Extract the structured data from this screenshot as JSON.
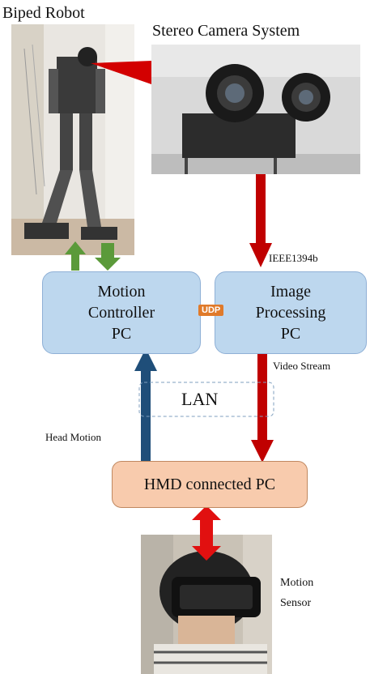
{
  "labels": {
    "biped_robot": "Biped Robot",
    "stereo_camera": "Stereo Camera System",
    "ieee": "IEEE1394b",
    "video_stream": "Video Stream",
    "lan": "LAN",
    "head_motion": "Head Motion",
    "motion_sensor_line1": "Motion",
    "motion_sensor_line2": "Sensor",
    "udp": "UDP"
  },
  "boxes": {
    "motion_controller": {
      "line1": "Motion",
      "line2": "Controller",
      "line3": "PC"
    },
    "image_processing": {
      "line1": "Image",
      "line2": "Processing",
      "line3": "PC"
    },
    "hmd": "HMD connected PC"
  },
  "colors": {
    "box_blue": "#bdd7ee",
    "box_orange": "#f8cbad",
    "arrow_red": "#c00000",
    "arrow_blue": "#1f4e79",
    "arrow_green": "#5b9a3a",
    "udp_orange": "#e07a2a"
  }
}
